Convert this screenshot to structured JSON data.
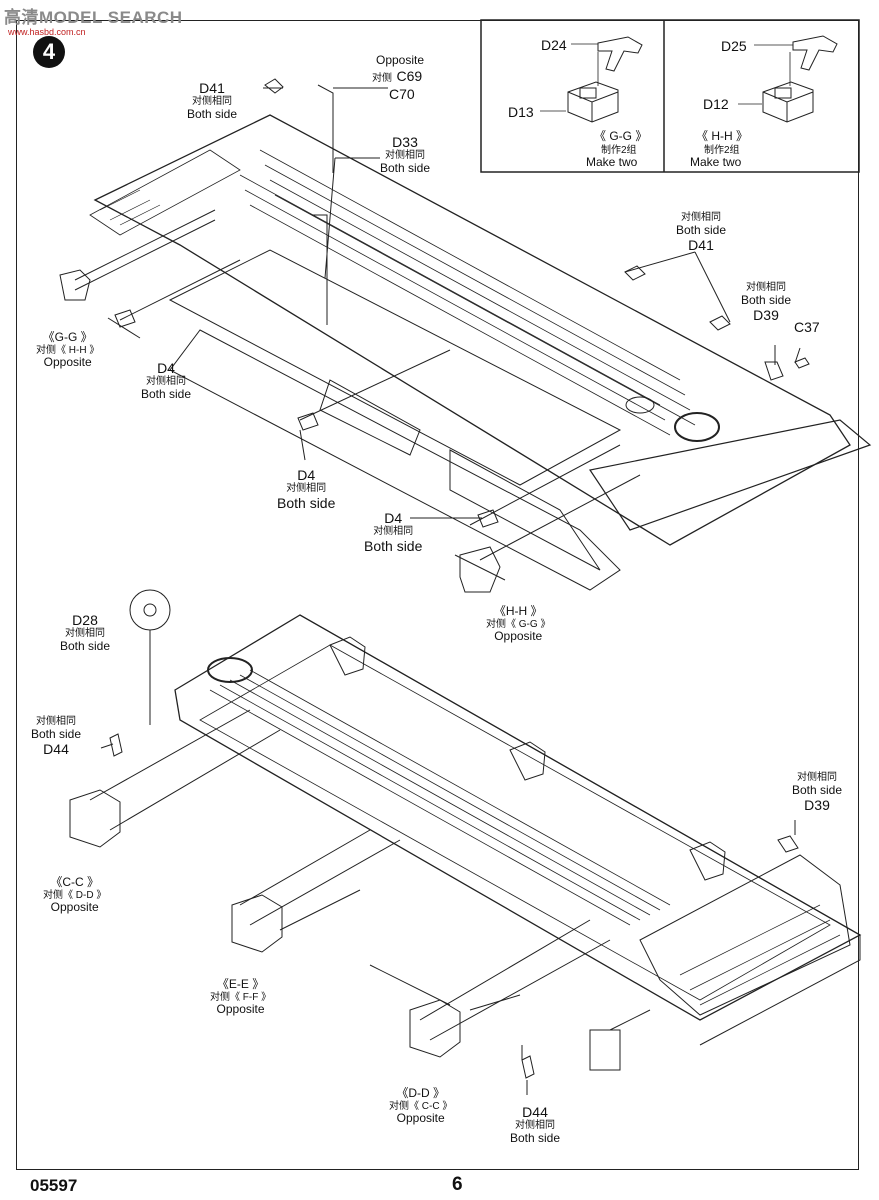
{
  "header": {
    "watermark": "高清MODEL SEARCH",
    "watermark_url": "www.hasbd.com.cn",
    "step": "4"
  },
  "footer": {
    "code": "05597",
    "page": "6"
  },
  "insets": [
    {
      "id": "G-G",
      "parts": [
        "D24",
        "D13"
      ],
      "title": "《 G-G 》",
      "cn": "制作2组",
      "en": "Make two"
    },
    {
      "id": "H-H",
      "parts": [
        "D25",
        "D12"
      ],
      "title": "《 H-H 》",
      "cn": "制作2组",
      "en": "Make two"
    }
  ],
  "top_assembly": {
    "d41_a": {
      "code": "D41",
      "cn": "对侧相同",
      "en": "Both side"
    },
    "c69_c70": {
      "en_top": "Opposite",
      "cn": "对侧",
      "code_a": "C69",
      "code_b": "C70"
    },
    "d33": {
      "code": "D33",
      "cn": "对侧相同",
      "en": "Both side"
    },
    "d41_b": {
      "code": "D41",
      "cn": "对侧相同",
      "en": "Both side"
    },
    "d39": {
      "code": "D39",
      "cn": "对侧相同",
      "en": "Both side"
    },
    "c37": {
      "code": "C37"
    },
    "gg_opposite": {
      "title": "《G-G 》",
      "cn": "对侧《 H-H 》",
      "en": "Opposite"
    },
    "d4_a": {
      "code": "D4",
      "cn": "对侧相同",
      "en": "Both side"
    },
    "d4_b": {
      "code": "D4",
      "cn": "对侧相同",
      "en": "Both side"
    },
    "d4_c": {
      "code": "D4",
      "cn": "对侧相同",
      "en": "Both side"
    },
    "hh_opposite": {
      "title": "《H-H 》",
      "cn": "对侧《 G-G 》",
      "en": "Opposite"
    }
  },
  "bottom_assembly": {
    "d28": {
      "code": "D28",
      "cn": "对侧相同",
      "en": "Both side"
    },
    "d44_a": {
      "cn": "对侧相同",
      "en": "Both side",
      "code": "D44"
    },
    "cc": {
      "title": "《C-C 》",
      "cn": "对侧《 D-D 》",
      "en": "Opposite"
    },
    "ee": {
      "title": "《E-E 》",
      "cn": "对侧《 F-F 》",
      "en": "Opposite"
    },
    "dd": {
      "title": "《D-D 》",
      "cn": "对侧《 C-C 》",
      "en": "Opposite"
    },
    "d44_b": {
      "code": "D44",
      "cn": "对侧相同",
      "en": "Both side"
    },
    "d39": {
      "cn": "对侧相同",
      "en": "Both side",
      "code": "D39"
    }
  }
}
